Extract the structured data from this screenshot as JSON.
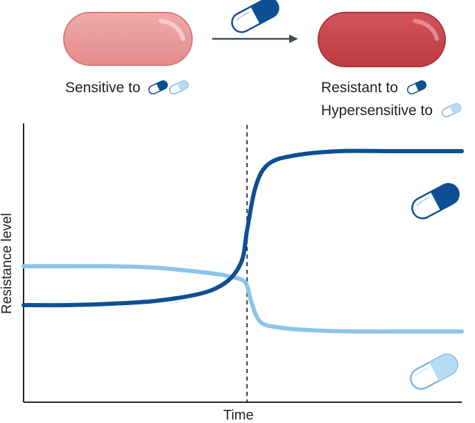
{
  "header": {
    "before_text": "Sensitive to",
    "after_resistant_text": "Resistant to",
    "after_hypersensitive_text": "Hypersensitive to"
  },
  "icons": {
    "cell_before": "cell-sensitive-icon",
    "cell_after": "cell-resistant-icon",
    "drug_a": "capsule-dark-blue-icon",
    "drug_b": "capsule-light-blue-icon",
    "arrow": "arrow-right-icon"
  },
  "colors": {
    "cell_sensitive": "#e99a9a",
    "cell_resistant": "#c9454b",
    "drug_a": "#0e4f94",
    "drug_b": "#8cc4ea",
    "axis": "#222222"
  },
  "axes": {
    "xlabel": "Time",
    "ylabel": "Resistance level"
  },
  "chart_data": {
    "type": "line",
    "xlabel": "Time",
    "ylabel": "Resistance level",
    "xlim": [
      0,
      1
    ],
    "ylim": [
      0,
      1
    ],
    "grid": false,
    "event_x": 0.51,
    "series": [
      {
        "color": "#0e4f94",
        "marker": "capsule-dark-blue-icon",
        "x": [
          0,
          0.1,
          0.2,
          0.3,
          0.4,
          0.45,
          0.48,
          0.5,
          0.51,
          0.53,
          0.56,
          0.62,
          0.72,
          0.85,
          1
        ],
        "y": [
          0.35,
          0.35,
          0.355,
          0.365,
          0.39,
          0.42,
          0.46,
          0.52,
          0.62,
          0.78,
          0.86,
          0.89,
          0.905,
          0.905,
          0.905
        ]
      },
      {
        "color": "#8cc4ea",
        "marker": "capsule-light-blue-icon",
        "x": [
          0,
          0.1,
          0.2,
          0.3,
          0.4,
          0.45,
          0.48,
          0.5,
          0.51,
          0.52,
          0.54,
          0.58,
          0.65,
          0.75,
          0.85,
          1
        ],
        "y": [
          0.49,
          0.49,
          0.49,
          0.485,
          0.47,
          0.46,
          0.45,
          0.44,
          0.42,
          0.36,
          0.29,
          0.27,
          0.26,
          0.255,
          0.255,
          0.255
        ]
      }
    ]
  }
}
